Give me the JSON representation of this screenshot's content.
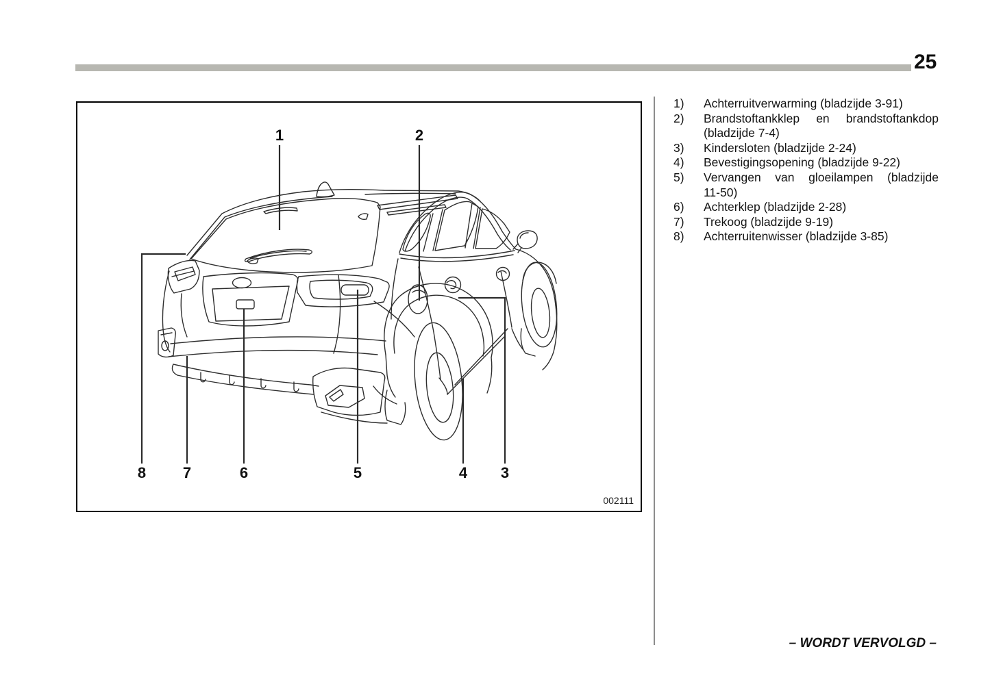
{
  "page": {
    "number": "25"
  },
  "figure": {
    "code": "002111",
    "callouts": {
      "c1": "1",
      "c2": "2",
      "c3": "3",
      "c4": "4",
      "c5": "5",
      "c6": "6",
      "c7": "7",
      "c8": "8"
    }
  },
  "list": {
    "items": [
      {
        "num": "1)",
        "lines": [
          "Achterruitverwarming (bladzijde 3-91)"
        ]
      },
      {
        "num": "2)",
        "lines": [
          "Brandstoftankklep en brandstoftankdop",
          "(bladzijde 7-4)"
        ]
      },
      {
        "num": "3)",
        "lines": [
          "Kindersloten (bladzijde 2-24)"
        ]
      },
      {
        "num": "4)",
        "lines": [
          "Bevestigingsopening (bladzijde 9-22)"
        ]
      },
      {
        "num": "5)",
        "lines": [
          "Vervangen van gloeilampen (bladzijde",
          "11-50)"
        ]
      },
      {
        "num": "6)",
        "lines": [
          "Achterklep (bladzijde 2-28)"
        ]
      },
      {
        "num": "7)",
        "lines": [
          "Trekoog (bladzijde 9-19)"
        ]
      },
      {
        "num": "8)",
        "lines": [
          "Achterruitenwisser (bladzijde 3-85)"
        ]
      }
    ]
  },
  "footer": {
    "continued": "– WORDT VERVOLGD –"
  },
  "colors": {
    "bar": "#b7b7b1",
    "divider": "#8c8c8c",
    "ink": "#141414",
    "line_art": "#2e2e2e"
  }
}
